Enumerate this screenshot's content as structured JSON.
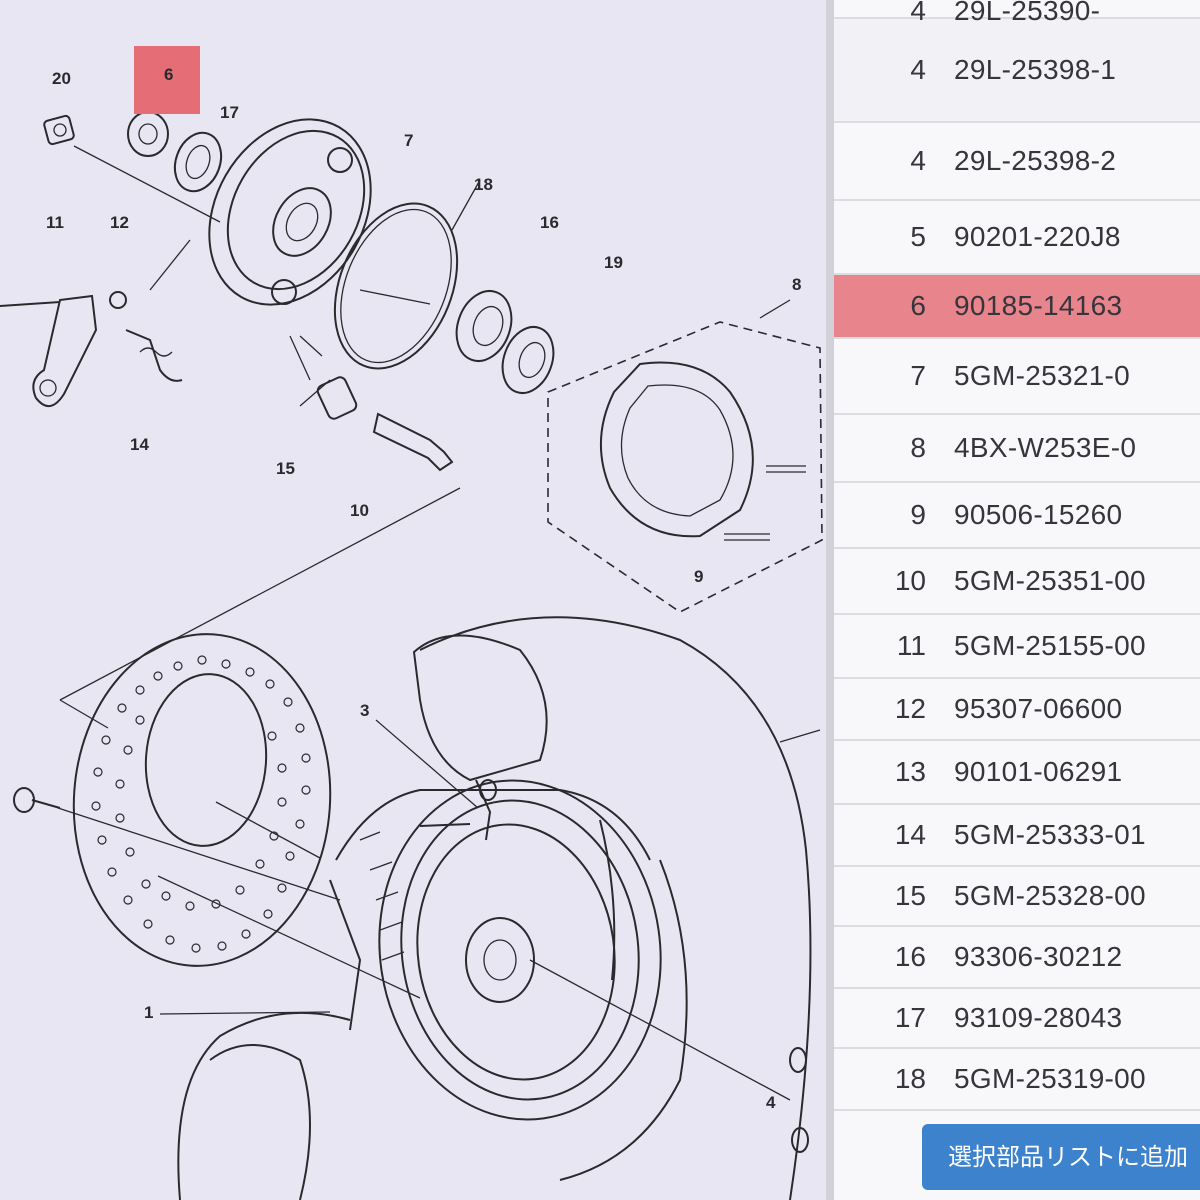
{
  "diagram": {
    "selected_callout": "6",
    "callouts": [
      "20",
      "6",
      "17",
      "7",
      "18",
      "16",
      "19",
      "11",
      "12",
      "8",
      "14",
      "15",
      "10",
      "9",
      "3",
      "1",
      "4"
    ]
  },
  "parts_list": {
    "partial_top_row": {
      "ref": "4",
      "part": "29L-25390-"
    },
    "rows": [
      {
        "ref": "4",
        "part": "29L-25398-1"
      },
      {
        "ref": "4",
        "part": "29L-25398-2"
      },
      {
        "ref": "5",
        "part": "90201-220J8"
      },
      {
        "ref": "6",
        "part": "90185-14163",
        "selected": true
      },
      {
        "ref": "7",
        "part": "5GM-25321-0"
      },
      {
        "ref": "8",
        "part": "4BX-W253E-0"
      },
      {
        "ref": "9",
        "part": "90506-15260"
      },
      {
        "ref": "10",
        "part": "5GM-25351-00"
      },
      {
        "ref": "11",
        "part": "5GM-25155-00"
      },
      {
        "ref": "12",
        "part": "95307-06600"
      },
      {
        "ref": "13",
        "part": "90101-06291"
      },
      {
        "ref": "14",
        "part": "5GM-25333-01"
      },
      {
        "ref": "15",
        "part": "5GM-25328-00"
      },
      {
        "ref": "16",
        "part": "93306-30212"
      },
      {
        "ref": "17",
        "part": "93109-28043"
      },
      {
        "ref": "18",
        "part": "5GM-25319-00"
      }
    ],
    "add_button_label": "選択部品リストに追加"
  },
  "colors": {
    "highlight": "#e8848c",
    "button": "#3d82cd",
    "diagram_background": "#e9e6f3"
  }
}
